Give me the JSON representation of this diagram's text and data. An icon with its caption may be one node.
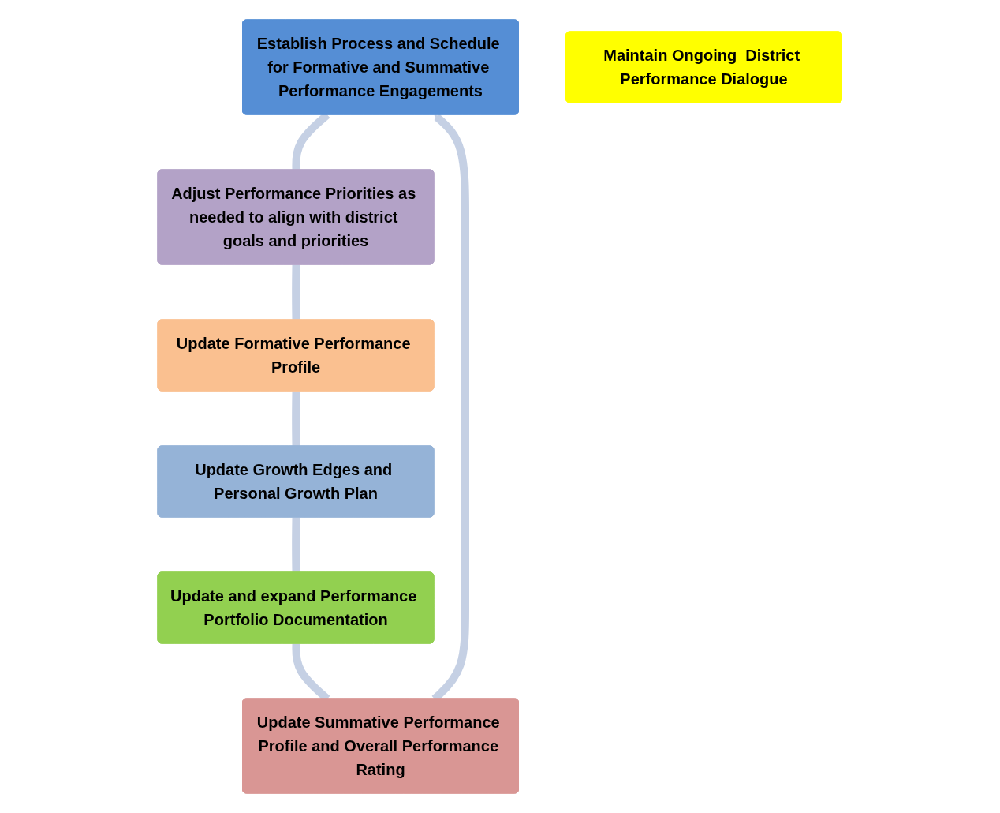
{
  "diagram": {
    "nodes": [
      {
        "text": [
          "Establish Process and Schedule for Formative and Summative Performance Engagements"
        ]
      },
      {
        "text": [
          "Adjust Performance Priorities as needed to align with district goals and priorities"
        ]
      },
      {
        "text": [
          "Update Summative Performance Profile and Overall Performance Rating"
        ]
      },
      {
        "text": [
          "Maintain Ongoing  District Performance Dialogue"
        ]
      },
      {
        "text": [
          "Update and expand Performance Portfolio Documentation"
        ]
      },
      {
        "text": [
          "Update Formative Performance Profile"
        ]
      },
      {
        "text": [
          "Update Growth Edges and Personal Growth Plan"
        ]
      }
    ],
    "edges": [
      {
        "from": 0,
        "to": 1,
        "arrow": "none"
      },
      {
        "from": 1,
        "to": 5,
        "arrow": "none"
      },
      {
        "from": 5,
        "to": 6,
        "arrow": "none"
      },
      {
        "from": 6,
        "to": 4,
        "arrow": "none"
      },
      {
        "from": 4,
        "to": 2,
        "arrow": "none"
      },
      {
        "from": 2,
        "to": 0,
        "arrow": "to"
      }
    ]
  }
}
